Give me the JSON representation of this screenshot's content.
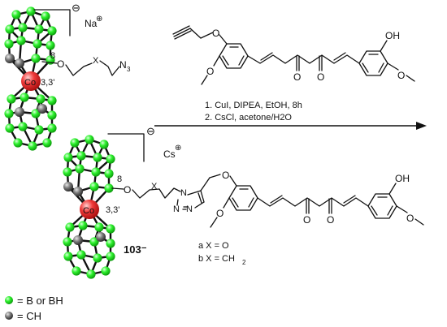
{
  "cluster_top": {
    "charge": "⊖",
    "counterion": "Na",
    "counterion_charge": "⊕",
    "cobalt": "Co",
    "position": "3,3'",
    "locant": "8",
    "linker_atom": "O",
    "variable": "X",
    "azide": "N",
    "azide_sub": "3"
  },
  "cluster_bottom": {
    "charge": "⊖",
    "counterion": "Cs",
    "counterion_charge": "⊕",
    "cobalt": "Co",
    "position": "3,3'",
    "locant": "8",
    "linker_atom": "O",
    "variable": "X",
    "triazole_n1": "N",
    "triazole_n2": "N",
    "triazole_n3": "N",
    "compound": "103⁻"
  },
  "curcumin_top": {
    "oh": "OH",
    "o_propargyl": "O",
    "o_methoxy_left": "O",
    "o_methoxy_right": "O",
    "ketone_1": "O",
    "ketone_2": "O"
  },
  "curcumin_bottom": {
    "oh": "OH",
    "o_ether": "O",
    "o_methoxy_left": "O",
    "o_methoxy_right": "O",
    "ketone_1": "O",
    "ketone_2": "O"
  },
  "reaction": {
    "step1": "1. CuI, DIPEA, EtOH, 8h",
    "step2": "2. CsCl, acetone/H2O"
  },
  "variants": {
    "a": "a X = O",
    "b": "b X = CH",
    "b_sub": "2"
  },
  "legend": {
    "boron": "= B or BH",
    "carbon": "= CH"
  },
  "colors": {
    "boron": "#22ee22",
    "carbon": "#6a6a6a",
    "cobalt": "#ee3030"
  }
}
